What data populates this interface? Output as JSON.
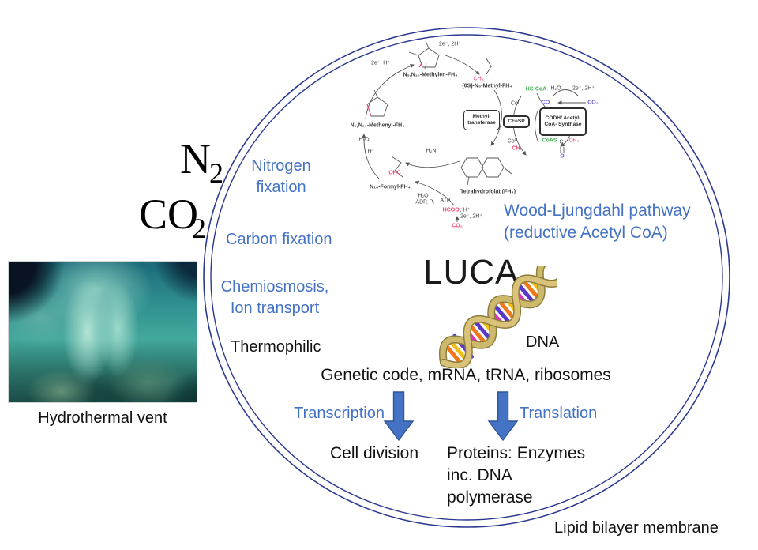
{
  "colors": {
    "accent_blue": "#4472C4",
    "membrane_navy": "#2B3990",
    "arrow_fill": "#4472C4",
    "arrow_stroke": "#2F5597",
    "chem_red": "#E8486E",
    "chem_green": "#3FAE52",
    "chem_blue": "#6158D8"
  },
  "environment": {
    "n2": {
      "base": "N",
      "sub": "2"
    },
    "co2": {
      "base": "CO",
      "sub": "2"
    },
    "vent_caption": "Hydrothermal vent"
  },
  "cell": {
    "name": "LUCA",
    "membrane_label": "Lipid bilayer membrane",
    "functions": {
      "nitrogen": "Nitrogen fixation",
      "carbon": "Carbon fixation",
      "chemiosmosis": "Chemiosmosis, Ion transport",
      "thermophilic": "Thermophilic"
    },
    "pathway_title": "Wood-Ljungdahl pathway (reductive Acetyl CoA)",
    "dna_label": "DNA",
    "genetics": "Genetic code, mRNA, tRNA, ribosomes",
    "processes": {
      "transcription": "Transcription",
      "translation": "Translation"
    },
    "outputs": {
      "cell_division": "Cell division",
      "proteins": "Proteins: Enzymes inc. DNA polymerase"
    }
  },
  "pathway": {
    "labels": [
      {
        "text": "2e⁻, H⁺"
      },
      {
        "text": "N₅,N₁₀-Methylen-FH₄"
      },
      {
        "text": "2e⁻, 2H⁺"
      },
      {
        "text": "(6S)-N₅-Methyl-FH₄"
      },
      {
        "text": "HS-CoA"
      },
      {
        "text": "H₂O"
      },
      {
        "text": "2e⁻, 2H⁺"
      },
      {
        "text": "CO"
      },
      {
        "text": "CO₂"
      },
      {
        "text": "Coᴵ"
      },
      {
        "text": "Coᴵᴵᴵ"
      },
      {
        "text": "CH₃"
      },
      {
        "text": "CoAS"
      },
      {
        "text": "C"
      },
      {
        "text": "CH₃"
      },
      {
        "text": "O"
      },
      {
        "text": "N₅,N₁₀-Methenyl-FH₄"
      },
      {
        "text": "H₂O"
      },
      {
        "text": "H⁺"
      },
      {
        "text": "OHC"
      },
      {
        "text": "N₁₀-Formyl-FH₄"
      },
      {
        "text": "H₂N"
      },
      {
        "text": "Tetrahydrofolat (FH₄)"
      },
      {
        "text": "H₂O"
      },
      {
        "text": "ADP, Pᵢ"
      },
      {
        "text": "ATP"
      },
      {
        "text": "HCOO⁻"
      },
      {
        "text": ", H⁺"
      },
      {
        "text": "2e⁻, 2H⁺"
      },
      {
        "text": "CO₂"
      },
      {
        "text": "CH₃"
      }
    ],
    "boxes": [
      {
        "text": "Methyl- transferase"
      },
      {
        "text": "CFeSP"
      },
      {
        "text": "CODH/ Acetyl-CoA- Synthase"
      }
    ]
  }
}
